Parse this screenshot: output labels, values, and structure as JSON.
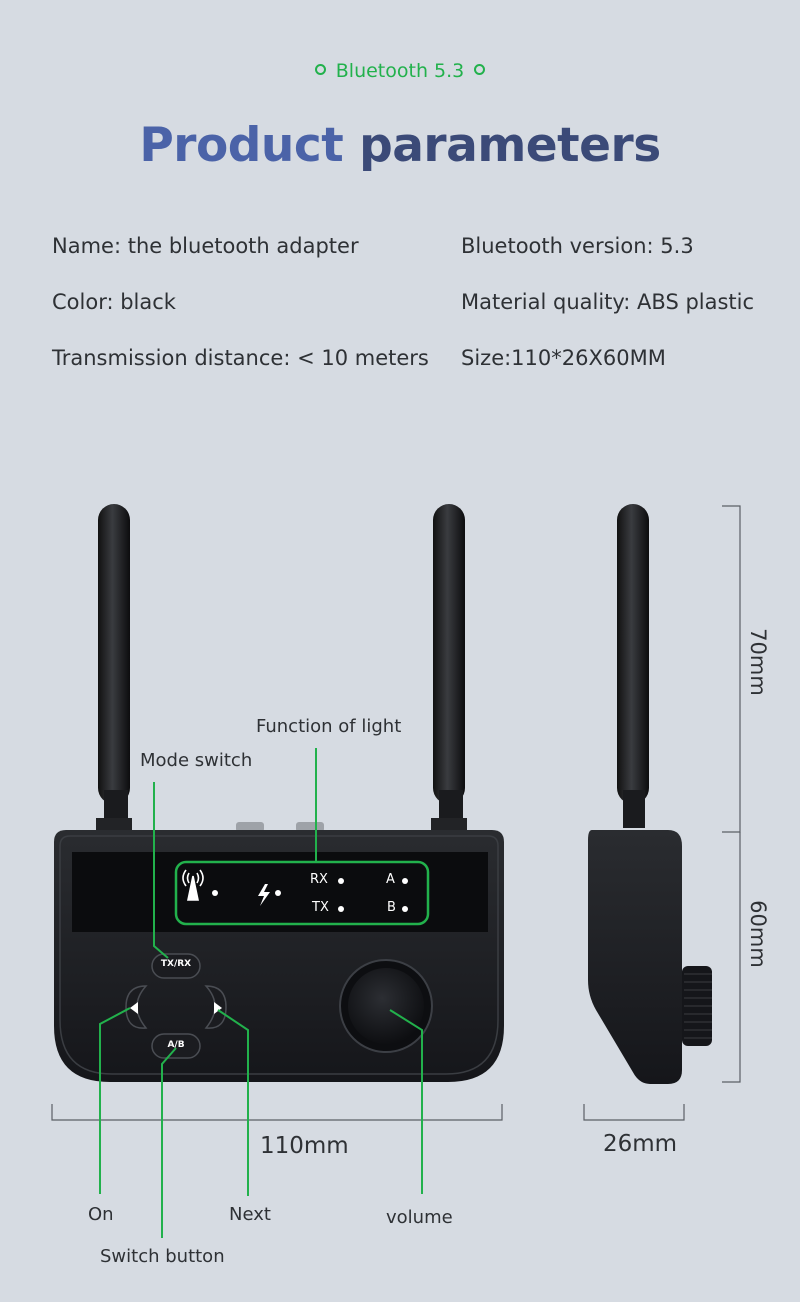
{
  "header": {
    "tag": "Bluetooth 5.3",
    "title_part1": "Product",
    "title_part2": "parameters"
  },
  "specs": [
    "Name: the bluetooth adapter",
    "Bluetooth version: 5.3",
    "Color: black",
    "Material quality: ABS plastic",
    "Transmission distance: < 10 meters",
    "Size:110*26X60MM"
  ],
  "callouts": {
    "function_light": "Function of light",
    "mode_switch": "Mode switch",
    "on": "On",
    "next": "Next",
    "switch_button": "Switch button",
    "volume": "volume"
  },
  "panel": {
    "rx": "RX",
    "tx": "TX",
    "a": "A",
    "b": "B",
    "txrx_btn": "TX/RX",
    "ab_btn": "A/B"
  },
  "dimensions": {
    "width": "110mm",
    "depth": "26mm",
    "height_antenna": "70mm",
    "height_body": "60mm"
  },
  "colors": {
    "accent_green": "#22b14c",
    "title_blue": "#4b63a8",
    "title_navy": "#3b4a78",
    "background": "#d6dbe2"
  }
}
